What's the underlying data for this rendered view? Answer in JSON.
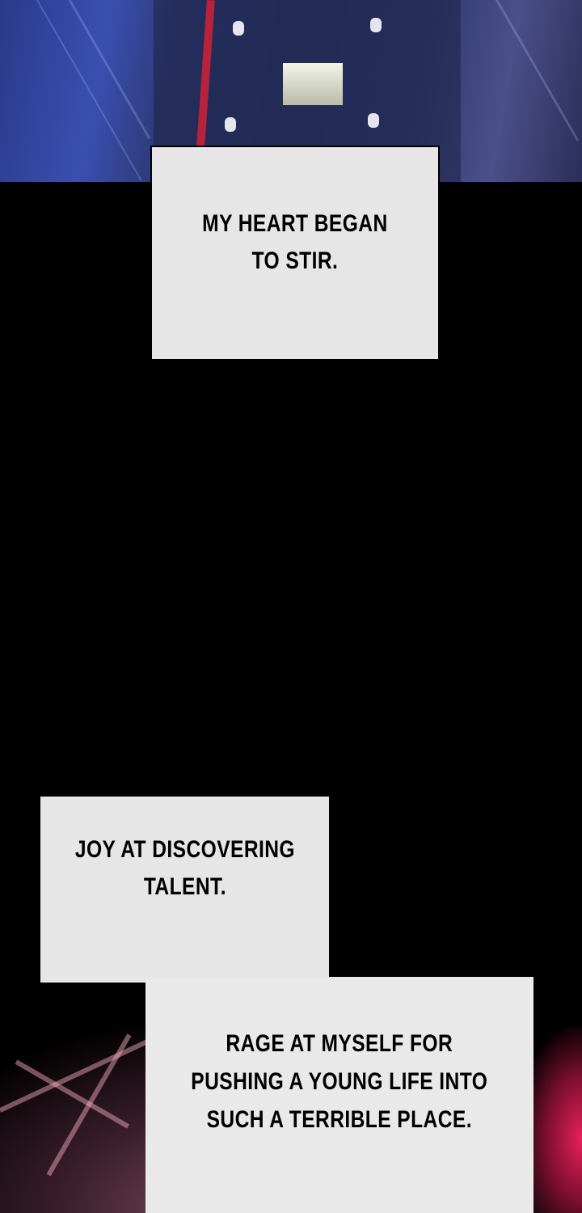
{
  "captions": {
    "caption1": "MY HEART BEGAN\nTO STIR.",
    "caption2": "JOY AT DISCOVERING\nTALENT.",
    "caption3": "RAGE AT MYSELF FOR\nPUSHING A YOUNG LIFE INTO\nSUCH A TERRIBLE PLACE."
  },
  "colors": {
    "background": "#000000",
    "caption_box": "#e6e6e6",
    "accent_red": "#c8213a",
    "accent_pink": "#e8205a"
  }
}
